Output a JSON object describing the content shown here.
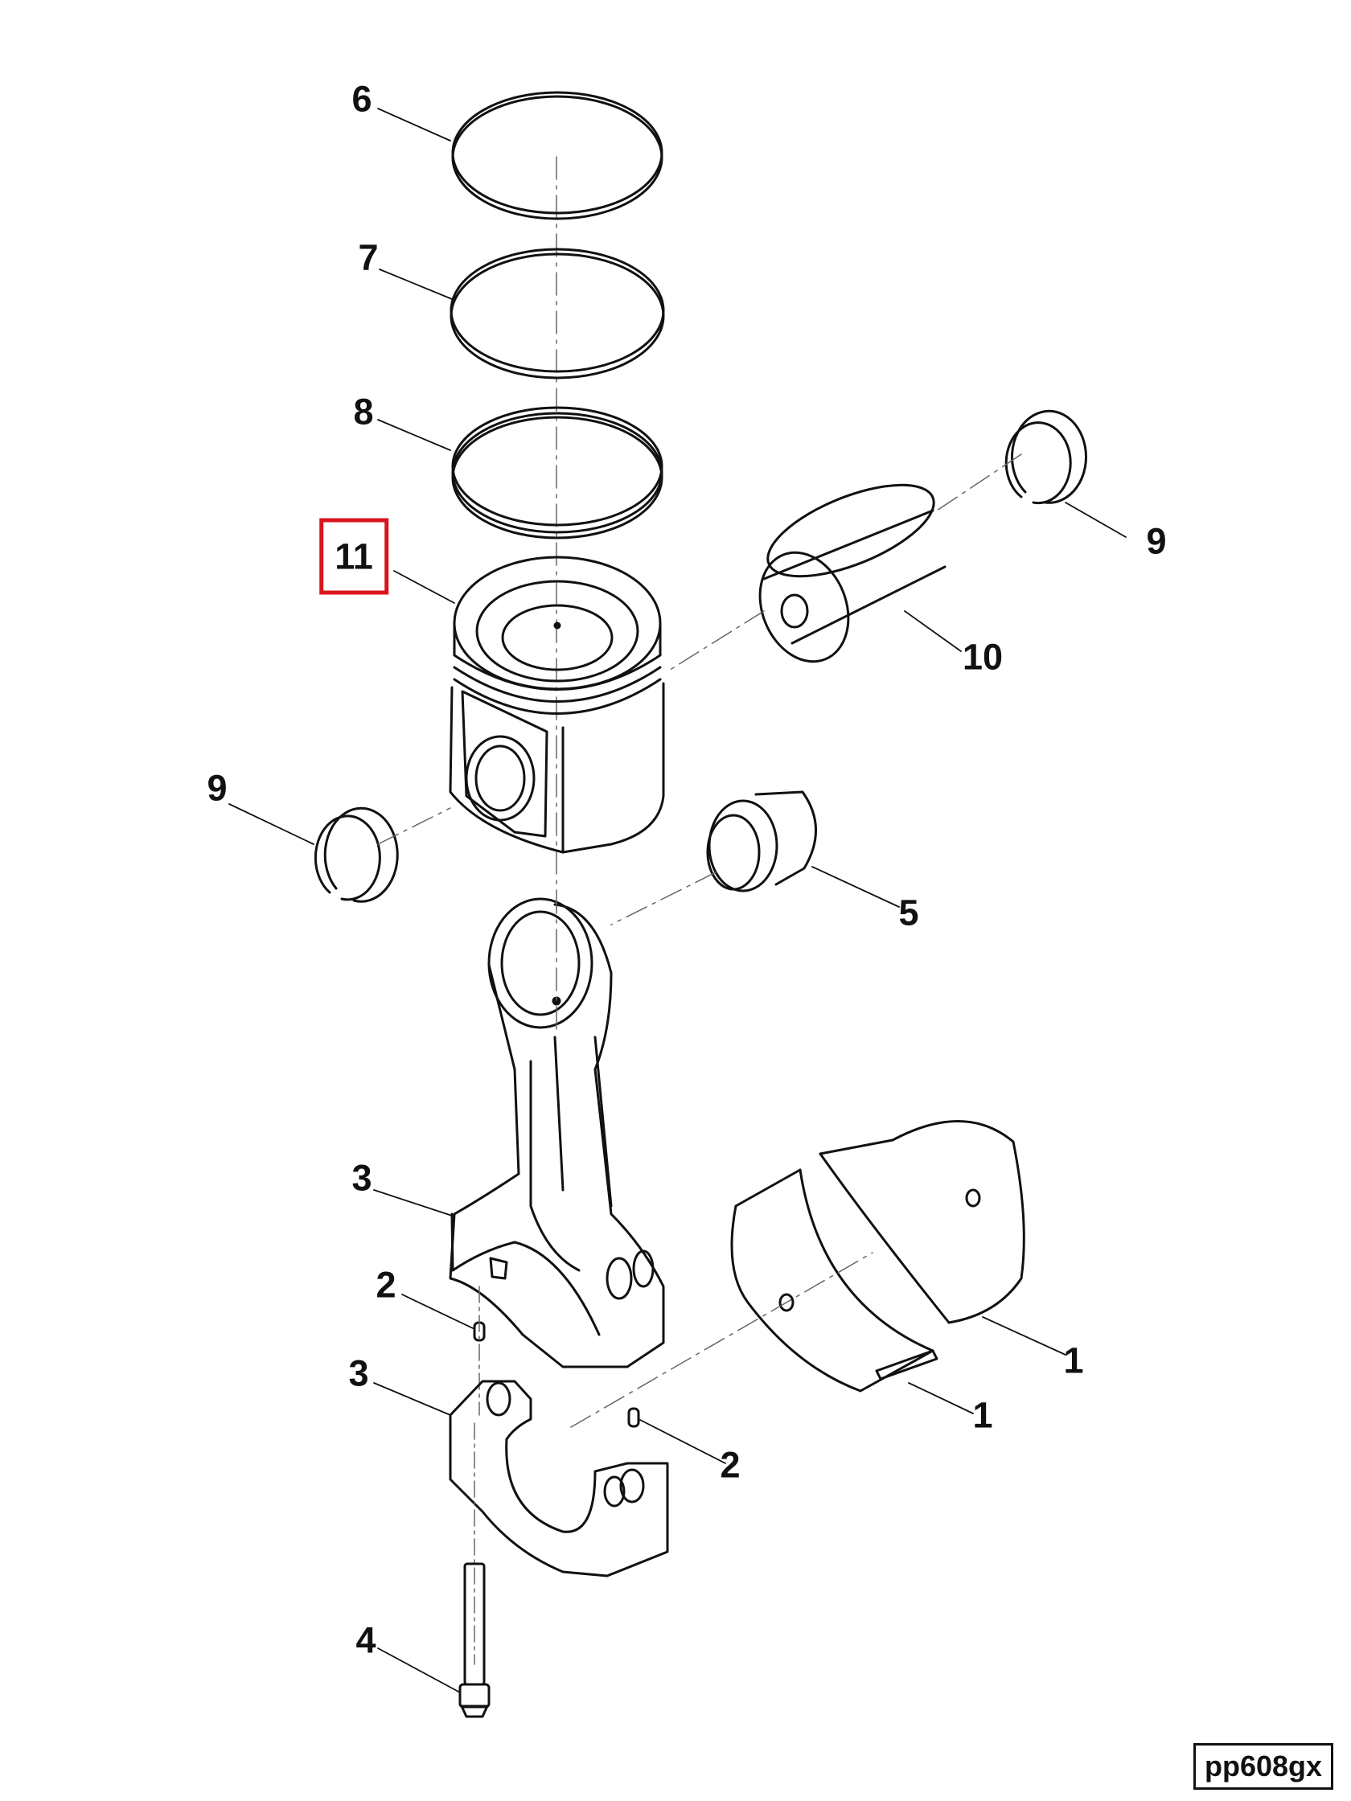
{
  "callouts": [
    {
      "id": "6",
      "label": "6"
    },
    {
      "id": "7",
      "label": "7"
    },
    {
      "id": "8",
      "label": "8"
    },
    {
      "id": "11",
      "label": "11",
      "highlighted": true
    },
    {
      "id": "9a",
      "label": "9"
    },
    {
      "id": "9b",
      "label": "9"
    },
    {
      "id": "10",
      "label": "10"
    },
    {
      "id": "5",
      "label": "5"
    },
    {
      "id": "3a",
      "label": "3"
    },
    {
      "id": "2a",
      "label": "2"
    },
    {
      "id": "3b",
      "label": "3"
    },
    {
      "id": "2b",
      "label": "2"
    },
    {
      "id": "1a",
      "label": "1"
    },
    {
      "id": "1b",
      "label": "1"
    },
    {
      "id": "4",
      "label": "4"
    }
  ],
  "figure_code": "pp608gx",
  "colors": {
    "line": "#111111",
    "highlight": "#d9141c",
    "background": "#ffffff"
  }
}
